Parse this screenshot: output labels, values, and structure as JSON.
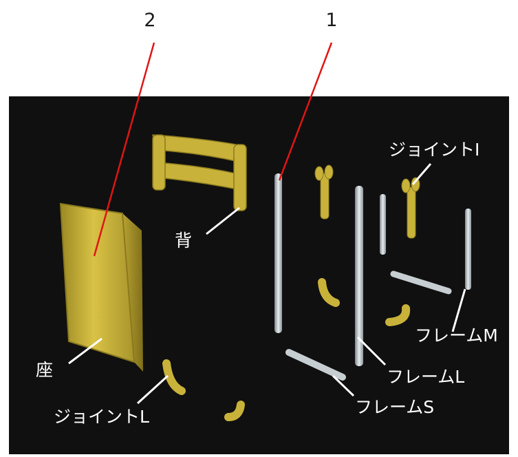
{
  "callouts": {
    "number_1": "1",
    "number_2": "2"
  },
  "parts": {
    "seat": "座",
    "back": "背",
    "joint_i": "ジョイントI",
    "joint_l": "ジョイントL",
    "frame_m": "フレームM",
    "frame_l": "フレームL",
    "frame_s": "フレームS"
  },
  "colors": {
    "background": "#101010",
    "wood": "#c9b23a",
    "metal": "#b9c2c8",
    "callout_line": "#e01515",
    "leader_line": "#ffffff"
  }
}
